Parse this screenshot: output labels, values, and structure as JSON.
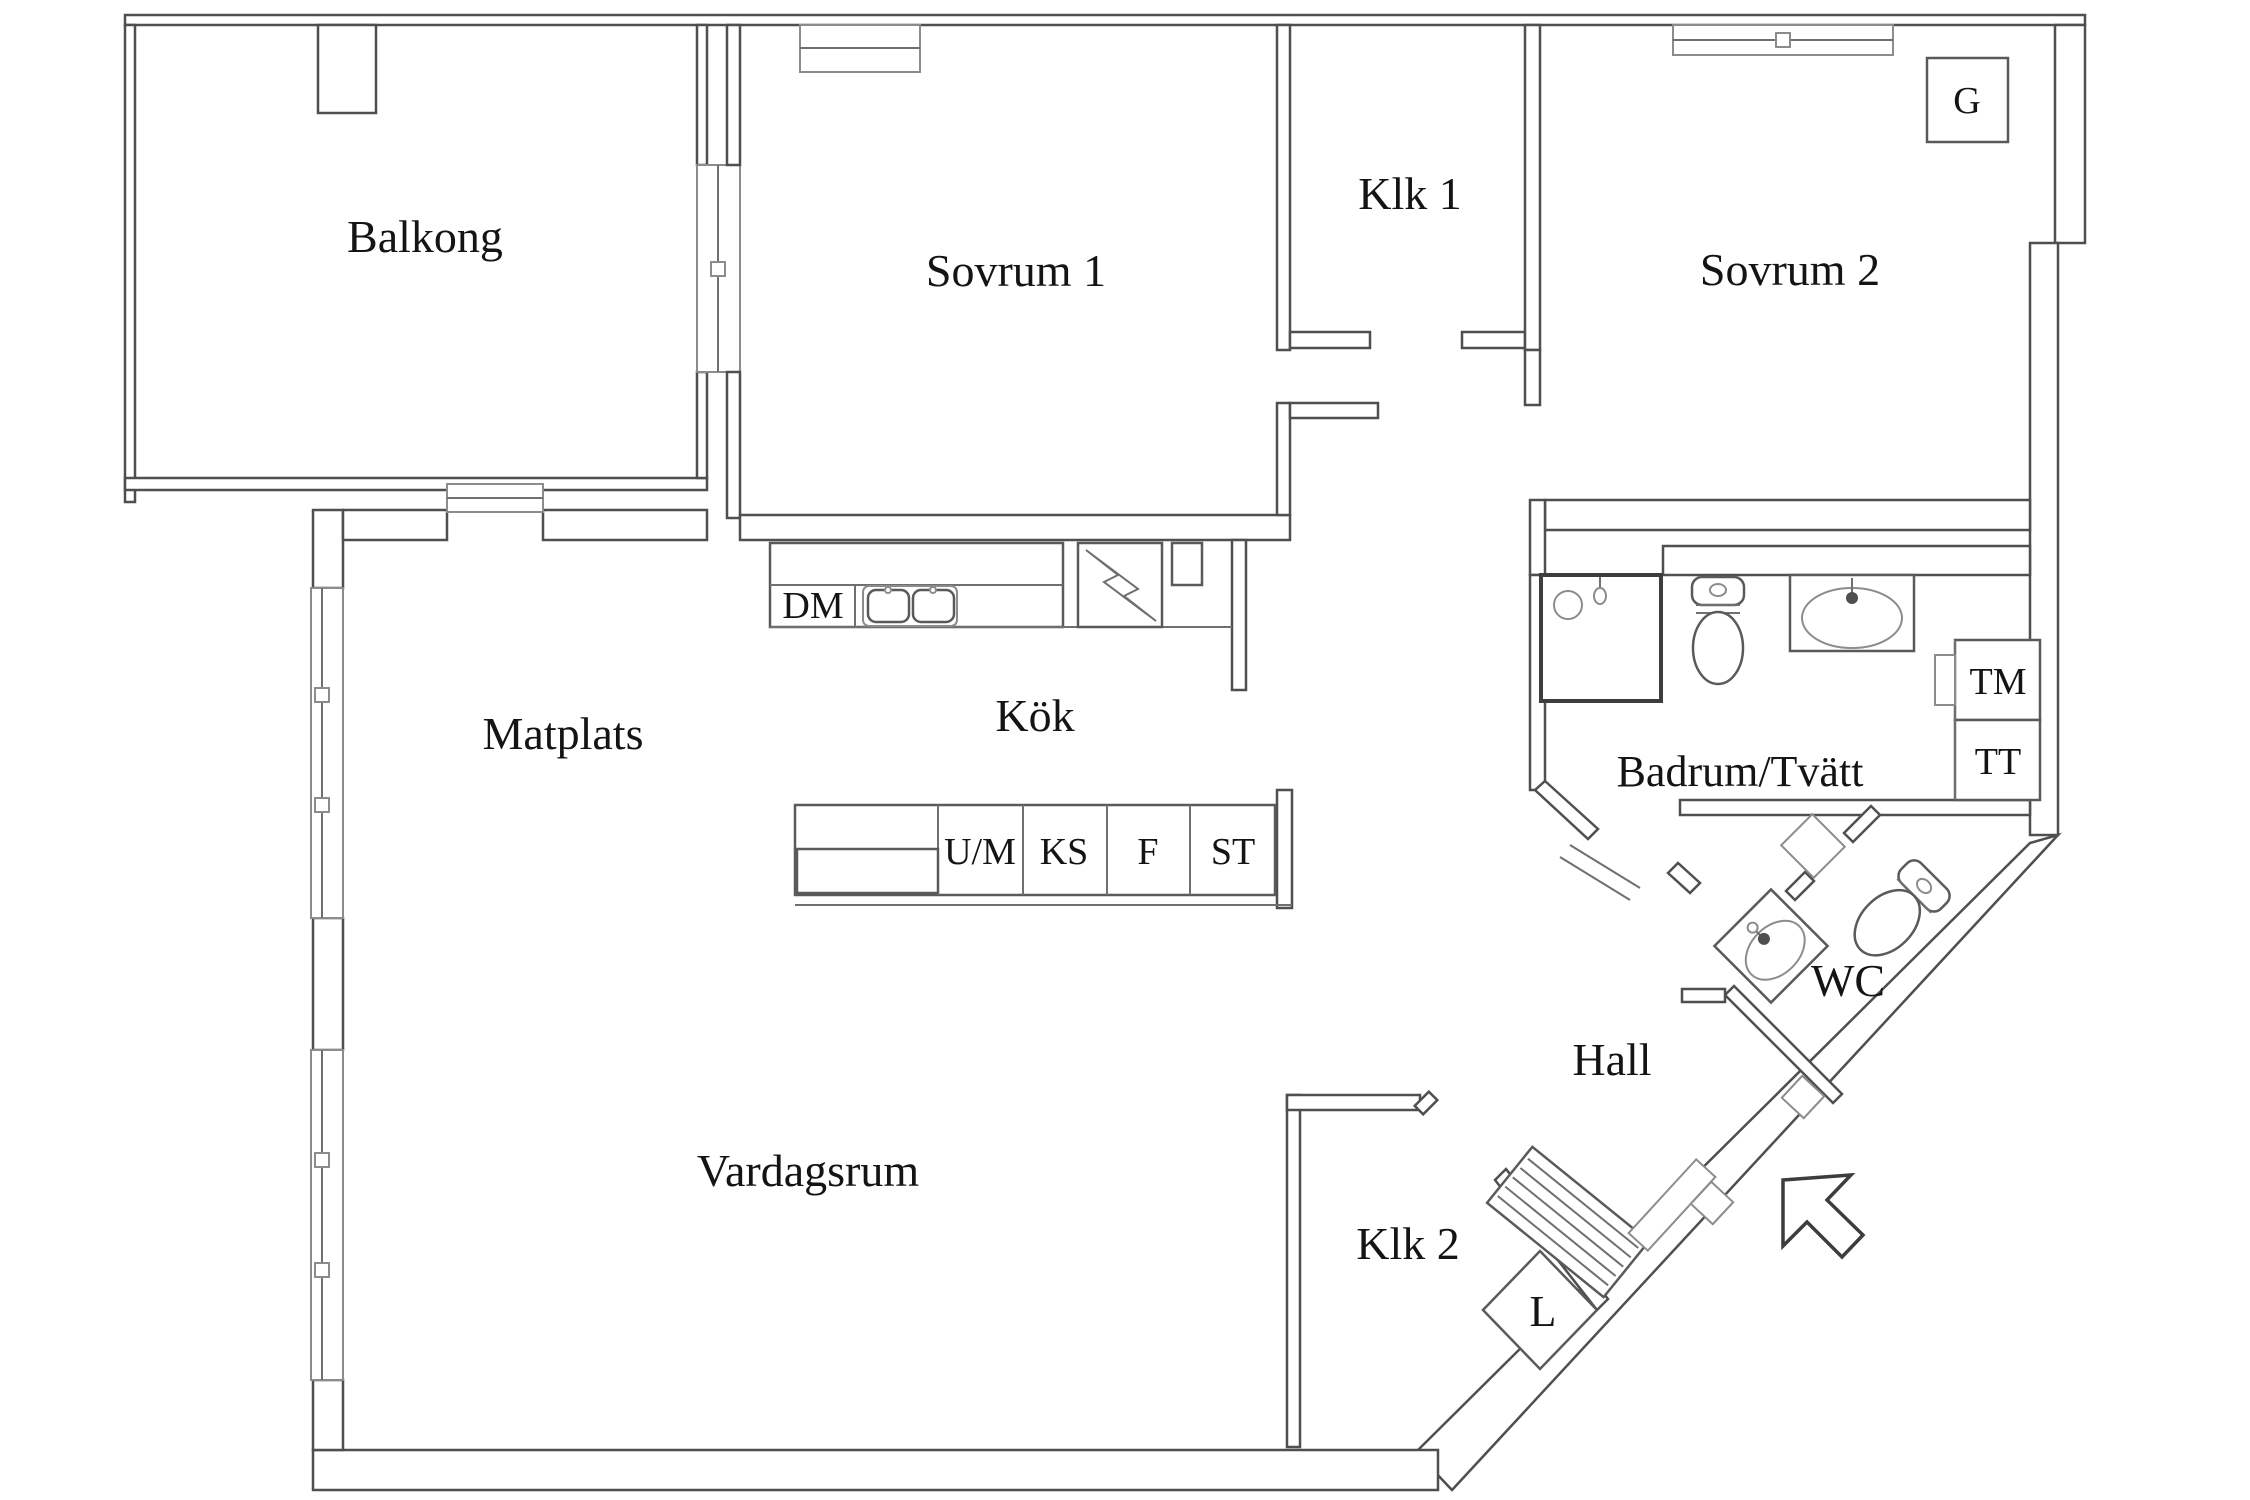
{
  "labels": {
    "balkong": "Balkong",
    "sovrum1": "Sovrum 1",
    "klk1": "Klk 1",
    "sovrum2": "Sovrum 2",
    "matplats": "Matplats",
    "kok": "Kök",
    "badrum_tvatt": "Badrum/Tvätt",
    "tm": "TM",
    "tt": "TT",
    "hall": "Hall",
    "wc": "WC",
    "vardagsrum": "Vardagsrum",
    "klk2": "Klk 2",
    "l": "L",
    "g": "G",
    "dm": "DM",
    "um": "U/M",
    "ks": "KS",
    "f": "F",
    "st": "ST"
  },
  "colors": {
    "wall": "#4f4f4f",
    "wall_light": "#8c8c8c",
    "text": "#141414",
    "background": "#ffffff"
  }
}
